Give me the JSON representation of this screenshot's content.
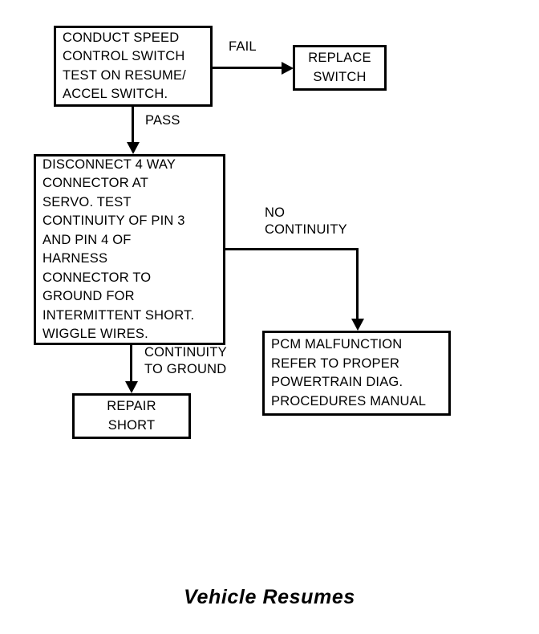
{
  "caption": "Vehicle Resumes",
  "diagram": {
    "type": "flowchart",
    "nodes": [
      {
        "id": "conduct-test",
        "text": "CONDUCT SPEED\nCONTROL SWITCH\nTEST ON RESUME/\nACCEL SWITCH."
      },
      {
        "id": "replace-switch",
        "text": "REPLACE\nSWITCH"
      },
      {
        "id": "disconnect",
        "text": "DISCONNECT 4 WAY\nCONNECTOR AT\nSERVO. TEST\nCONTINUITY OF PIN 3\nAND PIN 4 OF\nHARNESS\nCONNECTOR TO\nGROUND FOR\nINTERMITTENT SHORT.\nWIGGLE WIRES."
      },
      {
        "id": "pcm-malfunction",
        "text": "PCM MALFUNCTION\nREFER TO PROPER\nPOWERTRAIN DIAG.\nPROCEDURES MANUAL"
      },
      {
        "id": "repair-short",
        "text": "REPAIR\nSHORT"
      }
    ],
    "edges": [
      {
        "id": "fail",
        "label": "FAIL",
        "from": "conduct-test",
        "to": "replace-switch"
      },
      {
        "id": "pass",
        "label": "PASS",
        "from": "conduct-test",
        "to": "disconnect"
      },
      {
        "id": "no-continuity",
        "label": "NO\nCONTINUITY",
        "from": "disconnect",
        "to": "pcm-malfunction"
      },
      {
        "id": "continuity-ground",
        "label": "CONTINUITY\nTO GROUND",
        "from": "disconnect",
        "to": "repair-short"
      }
    ]
  },
  "colors": {
    "stroke": "#000000",
    "background": "#ffffff",
    "text": "#000000"
  }
}
